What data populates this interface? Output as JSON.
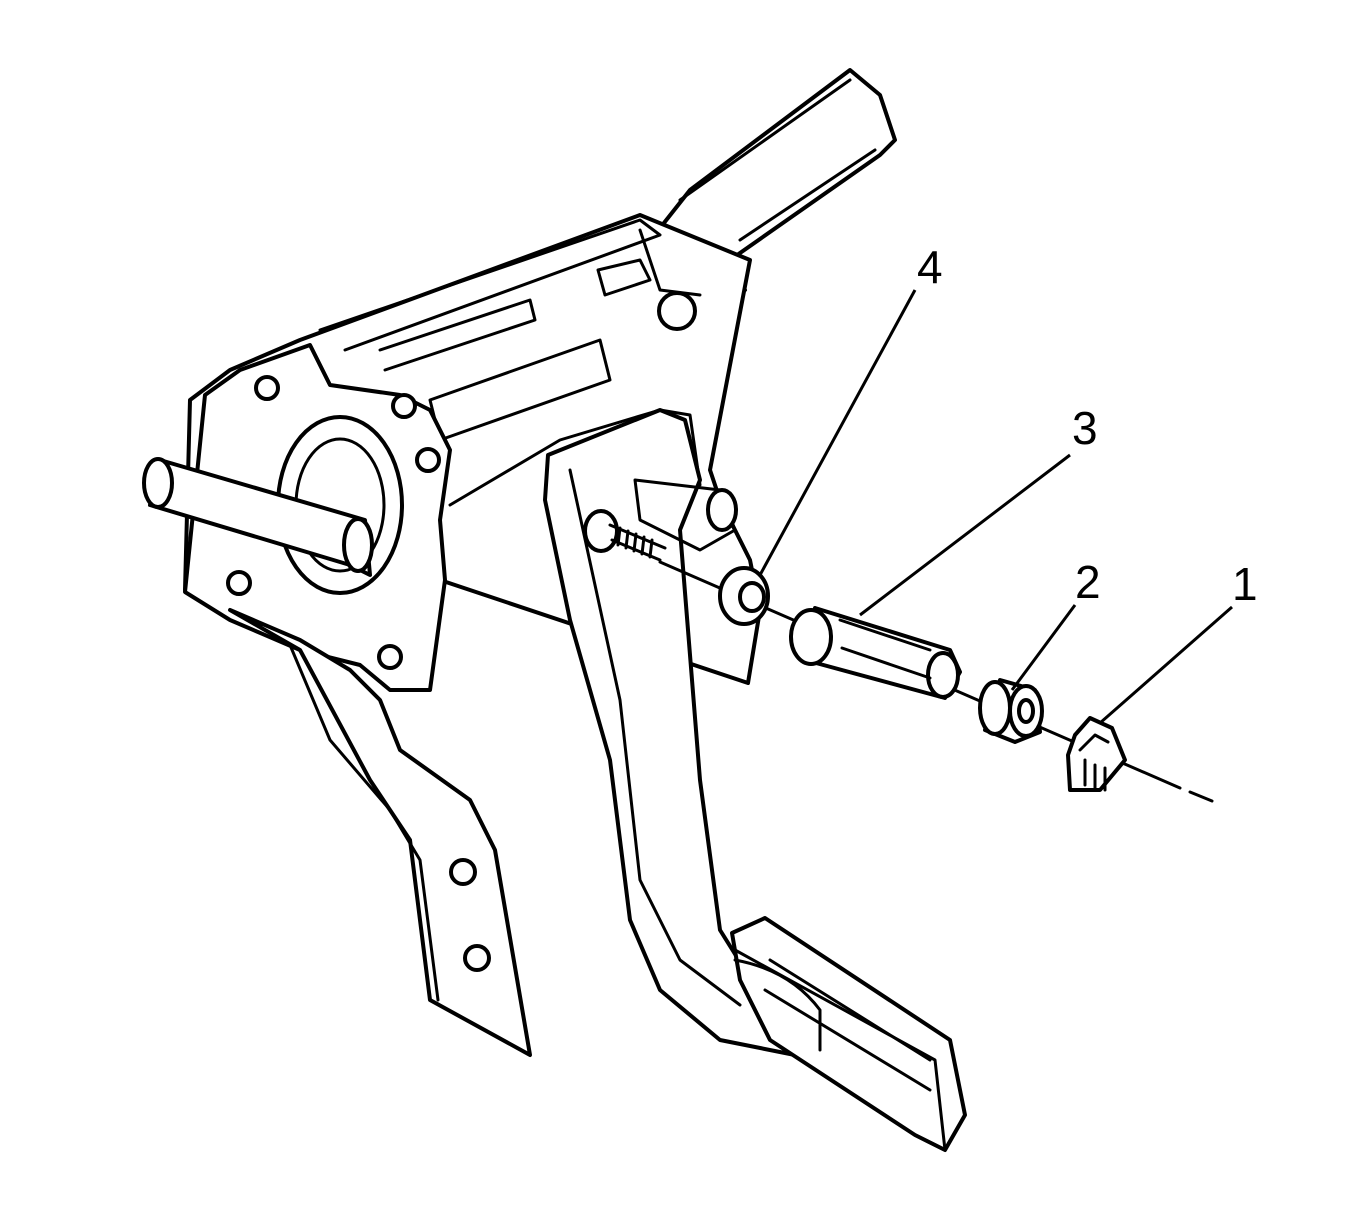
{
  "diagram": {
    "callouts": [
      {
        "id": "1",
        "label": "1"
      },
      {
        "id": "2",
        "label": "2"
      },
      {
        "id": "3",
        "label": "3"
      },
      {
        "id": "4",
        "label": "4"
      }
    ],
    "colors": {
      "ink": "#000000",
      "background": "#ffffff"
    }
  }
}
